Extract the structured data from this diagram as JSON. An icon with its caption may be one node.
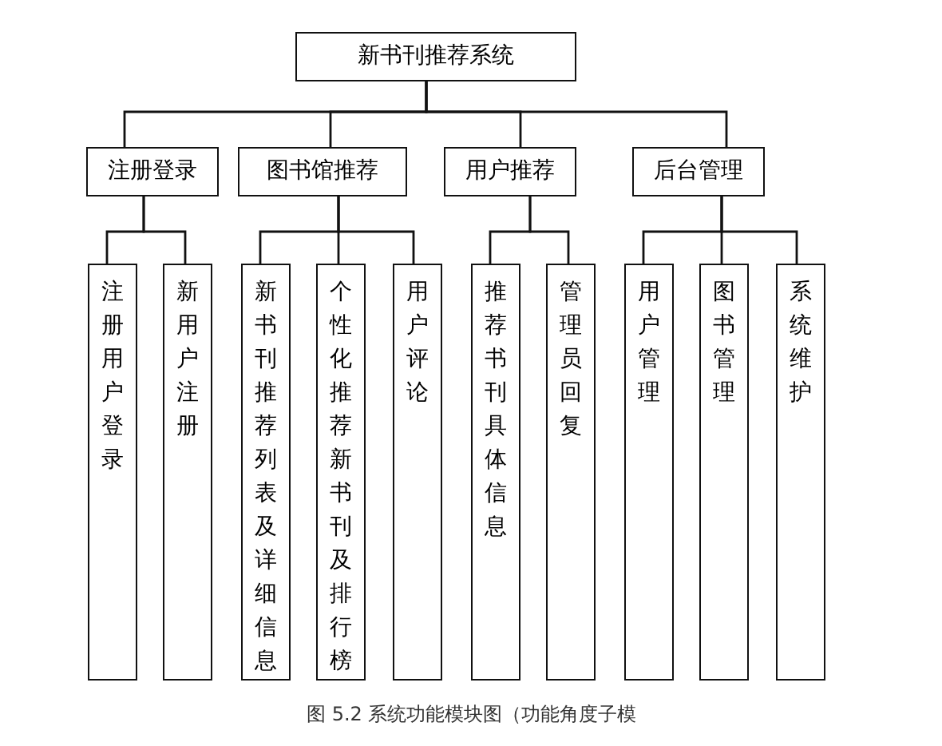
{
  "diagram": {
    "caption": "图 5.2 系统功能模块图（功能角度子模",
    "nodes": [
      {
        "text": [
          "新书刊推荐系统"
        ]
      },
      {
        "text": [
          "注册登录"
        ]
      },
      {
        "text": [
          "图书馆推荐"
        ]
      },
      {
        "text": [
          "用户推荐"
        ]
      },
      {
        "text": [
          "后台管理"
        ]
      },
      {
        "text": [
          "注册用户登录"
        ]
      },
      {
        "text": [
          "新用户注册"
        ]
      },
      {
        "text": [
          "新书刊推荐列表及详细信息"
        ]
      },
      {
        "text": [
          "个性化推荐新书刊及排行榜"
        ]
      },
      {
        "text": [
          "用户评论"
        ]
      },
      {
        "text": [
          "推荐书刊具体信息"
        ]
      },
      {
        "text": [
          "管理员回复"
        ]
      },
      {
        "text": [
          "用户管理"
        ]
      },
      {
        "text": [
          "图书管理"
        ]
      },
      {
        "text": [
          "系统维护"
        ]
      }
    ],
    "edges": [
      {
        "from": 0,
        "to": 1,
        "arrow": "none"
      },
      {
        "from": 0,
        "to": 2,
        "arrow": "none"
      },
      {
        "from": 0,
        "to": 3,
        "arrow": "none"
      },
      {
        "from": 0,
        "to": 4,
        "arrow": "none"
      },
      {
        "from": 1,
        "to": 5,
        "arrow": "none"
      },
      {
        "from": 1,
        "to": 6,
        "arrow": "none"
      },
      {
        "from": 2,
        "to": 7,
        "arrow": "none"
      },
      {
        "from": 2,
        "to": 8,
        "arrow": "none"
      },
      {
        "from": 2,
        "to": 9,
        "arrow": "none"
      },
      {
        "from": 3,
        "to": 10,
        "arrow": "none"
      },
      {
        "from": 3,
        "to": 11,
        "arrow": "none"
      },
      {
        "from": 4,
        "to": 12,
        "arrow": "none"
      },
      {
        "from": 4,
        "to": 13,
        "arrow": "none"
      },
      {
        "from": 4,
        "to": 14,
        "arrow": "none"
      }
    ]
  }
}
